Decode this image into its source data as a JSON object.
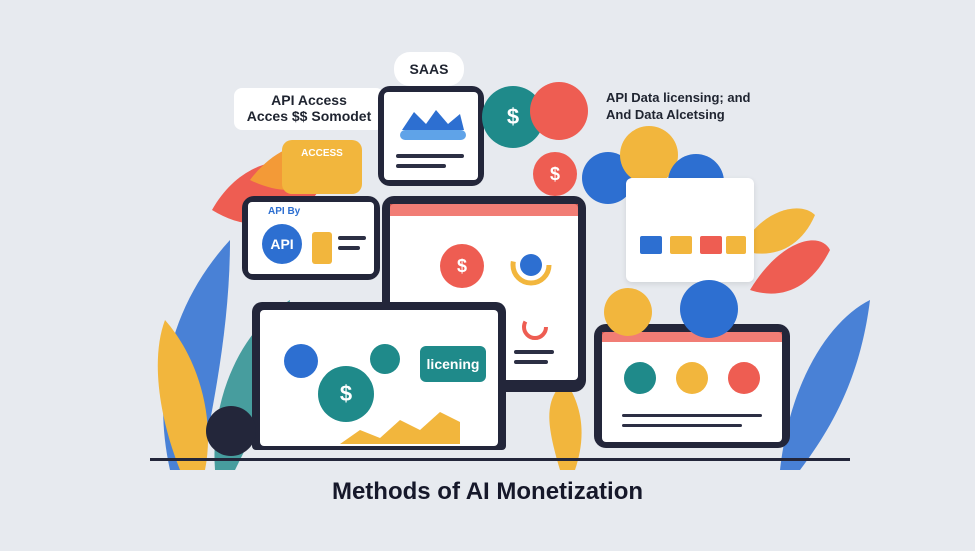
{
  "title": "Methods of AI Monetization",
  "labels": {
    "saas": "SAAS",
    "api_access_line1": "API Access",
    "api_access_line2": "Acces $$ Somodet",
    "data_licensing_line1": "API Data licensing; and",
    "data_licensing_line2": "And Data Alcetsing",
    "access": "ACCESS",
    "api_banner": "API By",
    "api_badge": "API",
    "licensing": "licening",
    "dollar": "$"
  },
  "colors": {
    "background": "#e7eaef",
    "frame": "#23263a",
    "coral": "#ee5d52",
    "teal": "#1f8a8a",
    "blue": "#2d6fd1",
    "yellow": "#f2b63d",
    "orange": "#f39a37"
  },
  "icons": [
    "cloud-icon",
    "dollar-icon",
    "api-icon",
    "chat-icon",
    "gear-icon",
    "document-icon",
    "chart-icon",
    "plant-icon"
  ]
}
